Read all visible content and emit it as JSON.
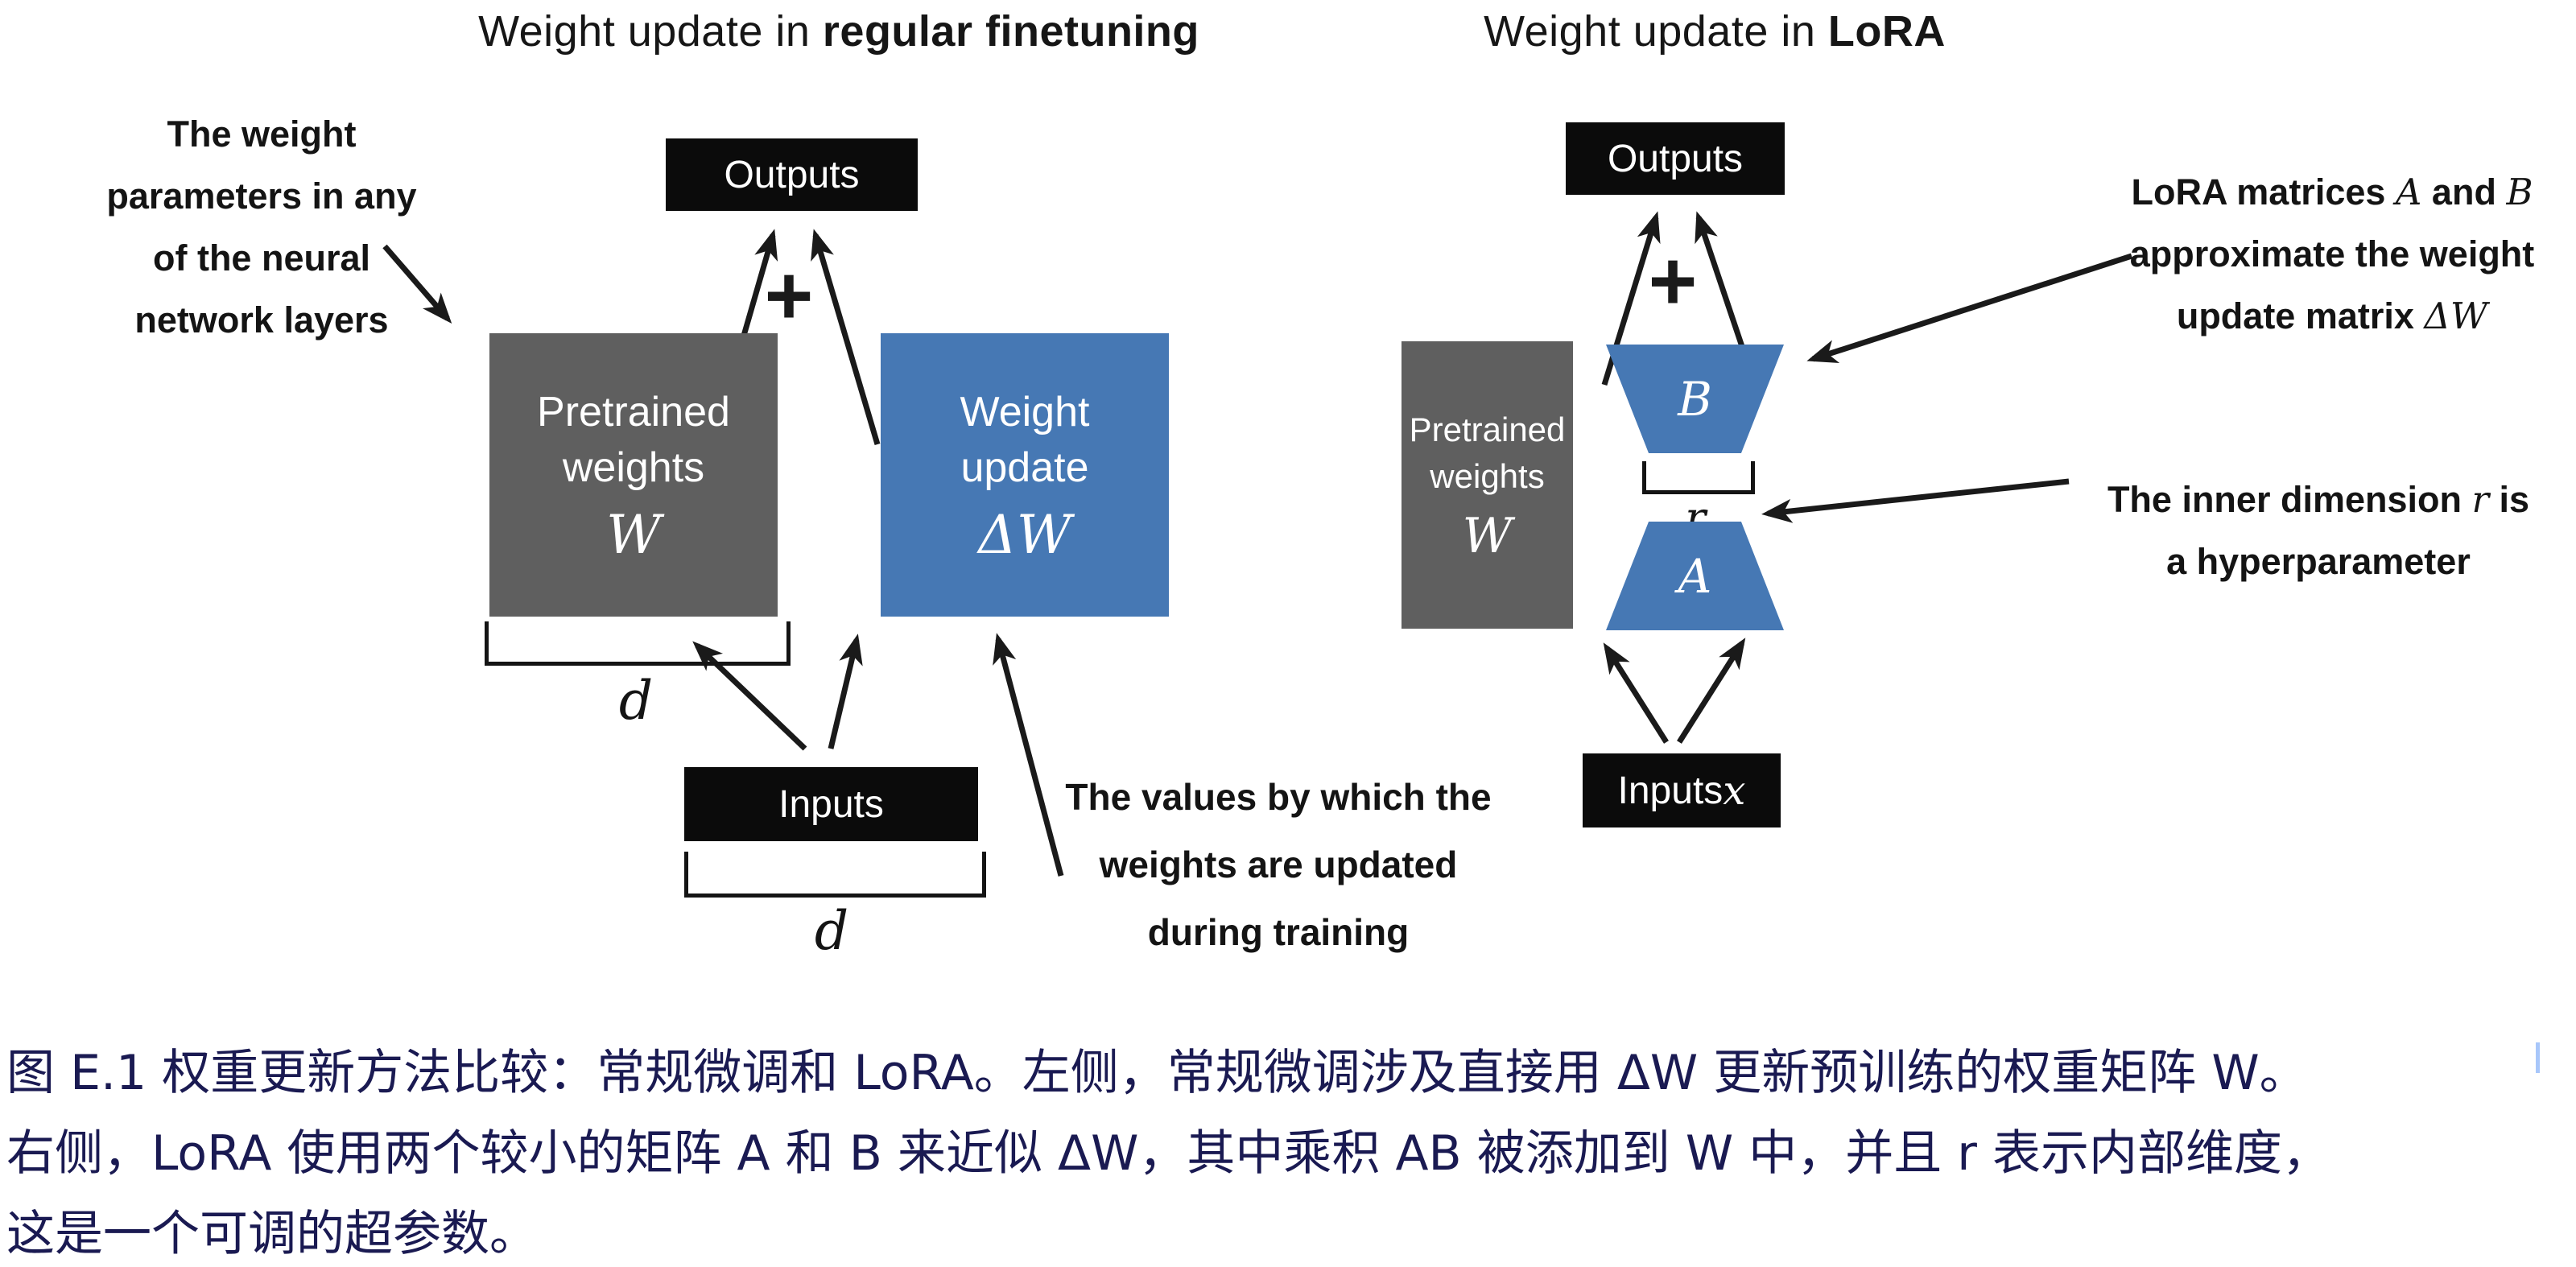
{
  "colors": {
    "gray_box": "#5f5f5f",
    "blue_box": "#4678b4",
    "black_box": "#0b0b0b",
    "caption_text": "#1a1a52",
    "arrow": "#1a1a1a"
  },
  "left": {
    "title_prefix": "Weight update in ",
    "title_bold": "regular finetuning",
    "weights_note_l1": "The weight",
    "weights_note_l2": "parameters in any",
    "weights_note_l3": "of the neural",
    "weights_note_l4": "network layers",
    "outputs": "Outputs",
    "plus": "+",
    "pretrained_l1": "Pretrained",
    "pretrained_l2": "weights",
    "pretrained_sym": "W",
    "update_l1": "Weight",
    "update_l2": "update",
    "update_sym": "ΔW",
    "dim_w": "d",
    "inputs": "Inputs",
    "dim_in": "d",
    "values_note_l1": "The values by which the",
    "values_note_l2": "weights are updated",
    "values_note_l3": "during training"
  },
  "right": {
    "title_prefix": "Weight update in ",
    "title_bold": "LoRA",
    "outputs": "Outputs",
    "plus": "+",
    "pretrained_l1": "Pretrained",
    "pretrained_l2": "weights",
    "pretrained_sym": "W",
    "matrix_b": "B",
    "matrix_a": "A",
    "dim_r": "r",
    "inputs_prefix": "Inputs ",
    "inputs_sym": "x",
    "lora_note_l1a": "LoRA matrices ",
    "lora_note_l1b": "A",
    "lora_note_l1c": " and ",
    "lora_note_l1d": "B",
    "lora_note_l2": "approximate the weight",
    "lora_note_l3a": "update matrix ",
    "lora_note_l3b": "ΔW",
    "inner_note_l1a": "The inner dimension ",
    "inner_note_l1b": "r",
    "inner_note_l1c": " is",
    "inner_note_l2": "a hyperparameter"
  },
  "caption": {
    "line1": "图 E.1 权重更新方法比较：常规微调和 LoRA。左侧，常规微调涉及直接用 ΔW 更新预训练的权重矩阵 W。",
    "line2": "右侧，LoRA 使用两个较小的矩阵 A 和 B 来近似 ΔW，其中乘积 AB 被添加到 W 中，并且 r 表示内部维度，",
    "line3": "这是一个可调的超参数。"
  }
}
